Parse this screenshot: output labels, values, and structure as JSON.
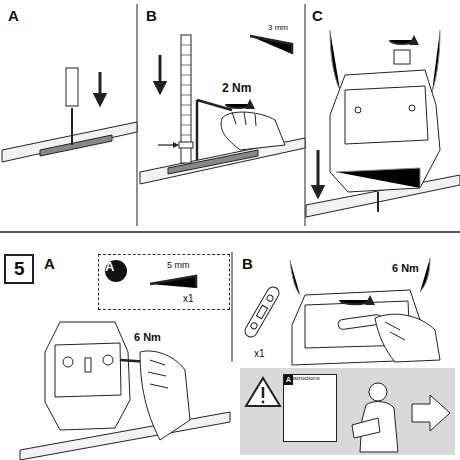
{
  "diagram": {
    "nodes": [
      {
        "text": [
          "5"
        ]
      },
      {
        "text": [
          "5 mm",
          "x1"
        ]
      },
      {
        "text": [
          "A"
        ],
        "in": 1
      },
      {
        "text": [
          "A",
          "1 Instructions"
        ]
      }
    ],
    "labels": [
      "A",
      "B",
      "3 mm",
      "2 Nm",
      "C",
      "A",
      "6 Nm",
      "B",
      "x1",
      "6 Nm"
    ]
  }
}
